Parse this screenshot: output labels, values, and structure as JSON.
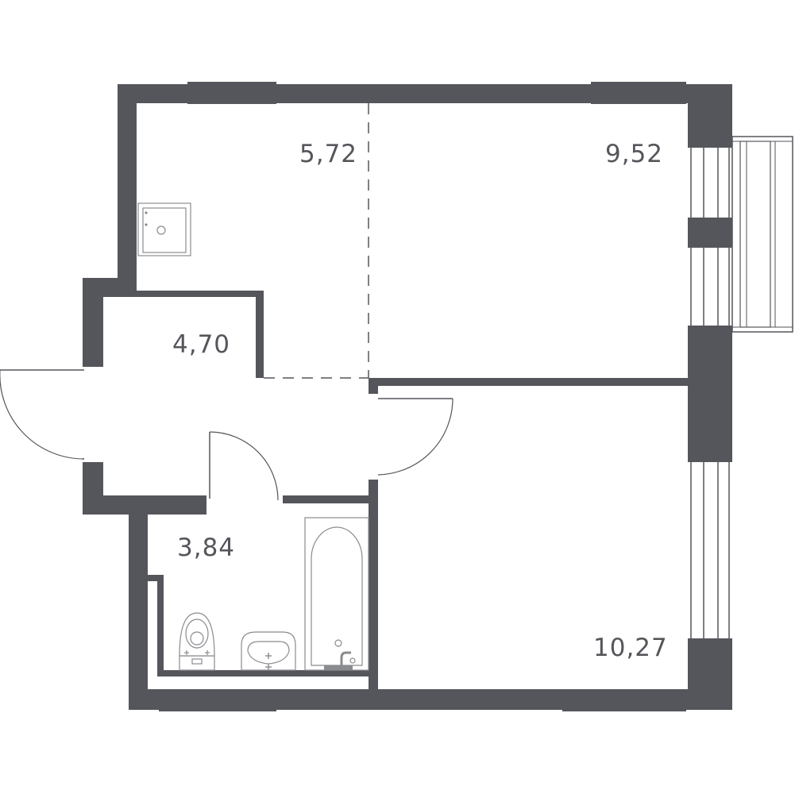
{
  "colors": {
    "wall": "#55565b",
    "fixture": "#8a8b8f",
    "background": "#ffffff"
  },
  "rooms": {
    "kitchen": {
      "area": "5,72"
    },
    "living": {
      "area": "9,52"
    },
    "hall": {
      "area": "4,70"
    },
    "bathroom": {
      "area": "3,84"
    },
    "bedroom": {
      "area": "10,27"
    }
  },
  "icons": {
    "stove": "stove-icon",
    "toilet": "toilet-icon",
    "sink": "sink-icon",
    "bathtub": "bathtub-icon",
    "balcony": "balcony-icon"
  }
}
